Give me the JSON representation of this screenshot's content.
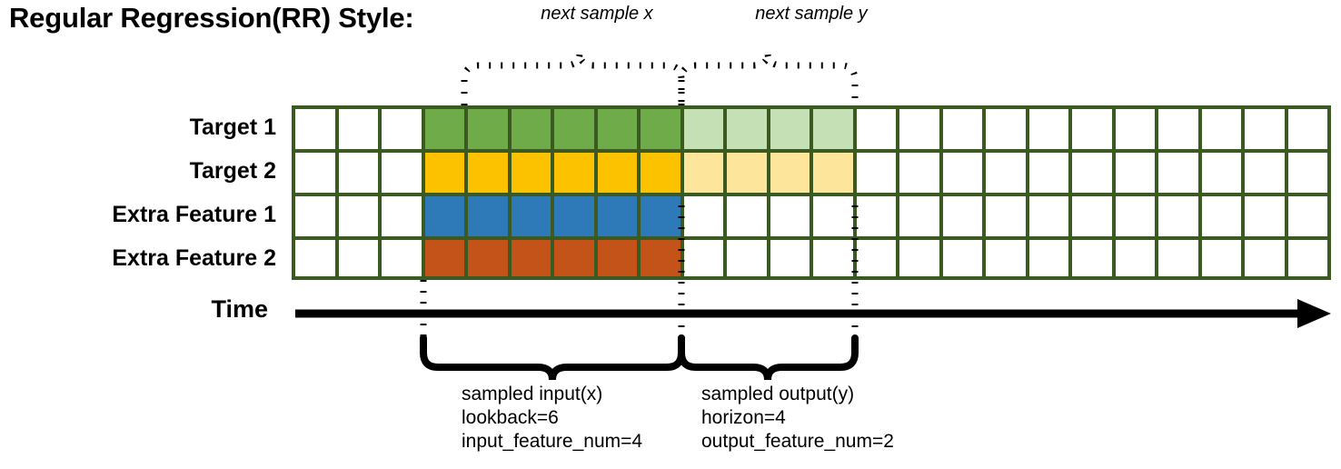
{
  "title": "Regular Regression(RR) Style:",
  "annotations": {
    "top_left_caption": "next sample x",
    "top_right_caption": "next sample y"
  },
  "axis": {
    "time_label": "Time",
    "arrow_icon": "right-arrow-icon"
  },
  "rows": [
    {
      "label": "Target 1",
      "color": "#6FAB48",
      "faded_color": "#C5E0B4"
    },
    {
      "label": "Target 2",
      "color": "#FCC200",
      "faded_color": "#FDE59B"
    },
    {
      "label": "Extra Feature 1",
      "color": "#2E79B8",
      "faded_color": "#FFFFFF"
    },
    {
      "label": "Extra Feature 2",
      "color": "#C4531A",
      "faded_color": "#FFFFFF"
    }
  ],
  "grid": {
    "columns": 24,
    "empty_lead_columns": 3,
    "input_columns": 6,
    "output_columns": 4,
    "empty_trail_columns": 11,
    "border_color": "#3A5A21",
    "cell_background": "#FFFFFF"
  },
  "chart_data": {
    "type": "heatmap",
    "title": "Regular Regression(RR) Style:",
    "xlabel": "Time",
    "ylabel": "",
    "categories": [
      "Target 1",
      "Target 2",
      "Extra Feature 1",
      "Extra Feature 2"
    ],
    "columns": 24,
    "grid": "on",
    "legend": "none",
    "series": [
      {
        "name": "Target 1",
        "values": [
          "",
          "",
          "",
          "in",
          "in",
          "in",
          "in",
          "in",
          "in",
          "out",
          "out",
          "out",
          "out",
          "",
          "",
          "",
          "",
          "",
          "",
          "",
          "",
          "",
          "",
          ""
        ]
      },
      {
        "name": "Target 2",
        "values": [
          "",
          "",
          "",
          "in",
          "in",
          "in",
          "in",
          "in",
          "in",
          "out",
          "out",
          "out",
          "out",
          "",
          "",
          "",
          "",
          "",
          "",
          "",
          "",
          "",
          "",
          ""
        ]
      },
      {
        "name": "Extra Feature 1",
        "values": [
          "",
          "",
          "",
          "in",
          "in",
          "in",
          "in",
          "in",
          "in",
          "",
          "",
          "",
          "",
          "",
          "",
          "",
          "",
          "",
          "",
          "",
          "",
          "",
          "",
          ""
        ]
      },
      {
        "name": "Extra Feature 2",
        "values": [
          "",
          "",
          "",
          "in",
          "in",
          "in",
          "in",
          "in",
          "in",
          "",
          "",
          "",
          "",
          "",
          "",
          "",
          "",
          "",
          "",
          "",
          "",
          "",
          "",
          ""
        ]
      }
    ],
    "annotations": [
      "next sample x",
      "next sample y",
      "sampled input(x)",
      "lookback=6",
      "input_feature_num=4",
      "sampled output(y)",
      "horizon=4",
      "output_feature_num=2"
    ]
  },
  "captions": {
    "input": {
      "line1": "sampled input(x)",
      "line2": "lookback=6",
      "line3": "input_feature_num=4"
    },
    "output": {
      "line1": "sampled output(y)",
      "line2": "horizon=4",
      "line3": "output_feature_num=2"
    }
  }
}
